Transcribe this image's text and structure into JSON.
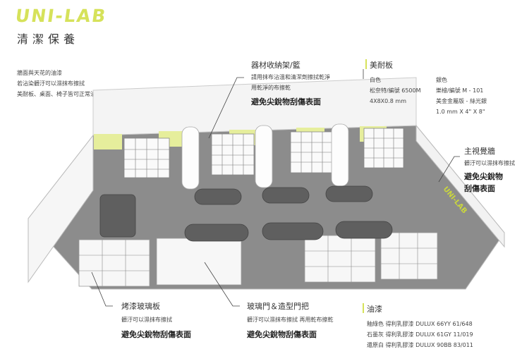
{
  "brand": {
    "logo": "UNI-LAB",
    "subtitle": "清潔保養"
  },
  "intro_note": "牆面與天花的油漆\n若沾染髒汙可以濕抹布擦拭\n美耐板、桌面、椅子皆可正常清潔",
  "callouts": {
    "rack": {
      "title": "器材收納架/籃",
      "desc": "請用抹布沾溫和清潔劑擦拭乾淨\n用乾淨的布擦乾",
      "warning": "避免尖銳物刮傷表面"
    },
    "laminate": {
      "title": "美耐板",
      "col1": "白色\n松奈特/編號 6500M\n4X8X0.8 mm",
      "col2": "銀色\n樂檜/編號 M - 101\n美金金屬版 - 絲光銀\n1.0 mm X 4\" X 8\""
    },
    "visual_wall": {
      "title": "主視覺牆",
      "desc": "髒汙可以濕抹布擦拭",
      "warning": "避免尖銳物\n刮傷表面"
    },
    "baked_glass": {
      "title": "烤漆玻璃板",
      "desc": "髒汙可以濕抹布擦拭",
      "warning": "避免尖銳物刮傷表面"
    },
    "glass_door": {
      "title": "玻璃門＆造型門把",
      "desc": "髒汙可以濕抹布擦拭 再用乾布擦乾",
      "warning": "避免尖銳物刮傷表面"
    },
    "paint": {
      "title": "油漆",
      "colors": "釉綠色 得利乳膠漆 DULUX 66YY 61/648\n石墨灰 得利乳膠漆 DULUX 61GY 11/019\n還原白 得利乳膠漆 DULUX 90BB 83/011"
    }
  },
  "wall_logo": "UNI-LAB",
  "colors": {
    "accent": "#d6e25a",
    "floor": "#8a8a8a",
    "counter": "#6b6b6b"
  }
}
